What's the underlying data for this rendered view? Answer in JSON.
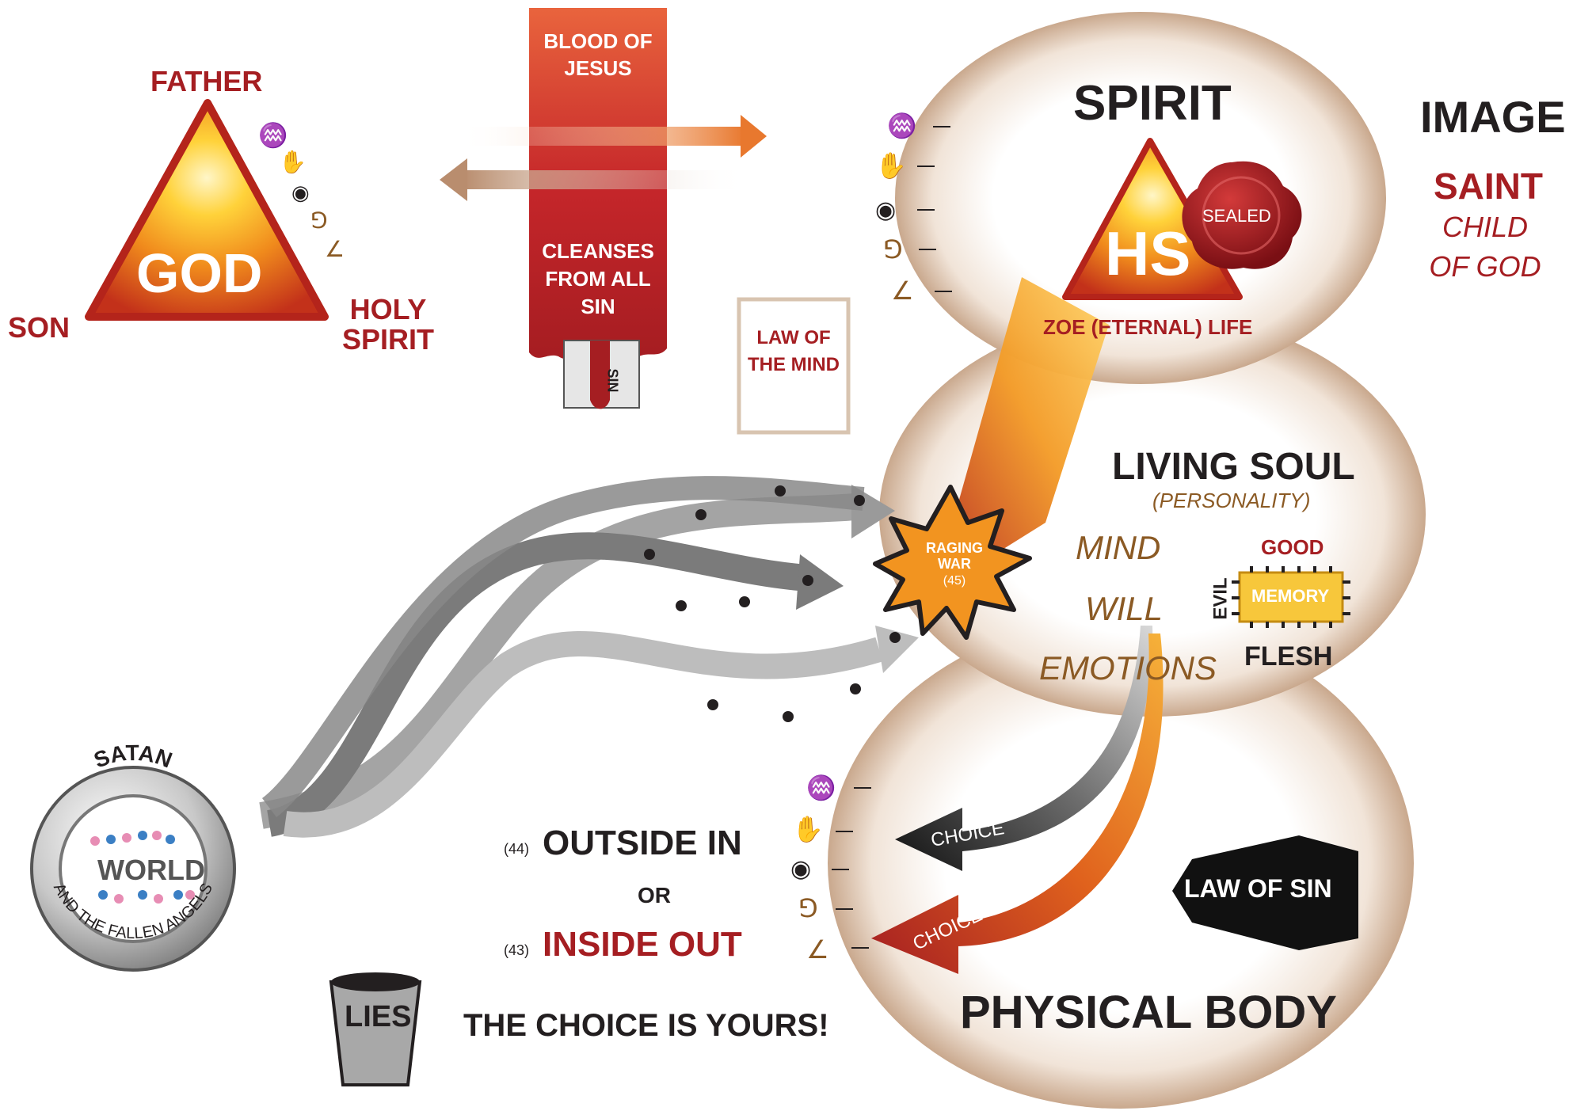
{
  "colors": {
    "red": "#a51e22",
    "dark": "#231f20",
    "brown": "#8b5a24",
    "gold": "#f5a623",
    "body_glow": "#e7d3c2"
  },
  "trinity": {
    "father": "FATHER",
    "son": "SON",
    "holy_spirit": "HOLY SPIRIT",
    "god": "GOD"
  },
  "blood": {
    "title": "BLOOD OF JESUS",
    "cleanses": "CLEANSES FROM ALL SIN",
    "sin_label": "SIN"
  },
  "law_of_mind": "LAW OF THE MIND",
  "spirit": {
    "title": "SPIRIT",
    "hs": "HS",
    "sealed": "SEALED",
    "zoe": "ZOE (ETERNAL) LIFE"
  },
  "image": {
    "title": "IMAGE",
    "saint": "SAINT",
    "child": "CHILD OF GOD"
  },
  "soul": {
    "title": "LIVING SOUL",
    "subtitle": "(PERSONALITY)",
    "mind": "MIND",
    "will": "WILL",
    "emotions": "EMOTIONS",
    "war": "RAGING WAR",
    "war_ref": "(45)"
  },
  "memory": {
    "good": "GOOD",
    "evil": "EVIL",
    "label": "MEMORY",
    "flesh": "FLESH"
  },
  "body": {
    "title": "PHYSICAL BODY",
    "law_of_sin": "LAW OF SIN"
  },
  "choice": {
    "label": "CHOICE",
    "outside_ref": "(44)",
    "outside": "OUTSIDE IN",
    "or": "OR",
    "inside_ref": "(43)",
    "inside": "INSIDE OUT",
    "yours": "THE CHOICE IS YOURS!"
  },
  "satan": {
    "satan": "SATAN",
    "world": "WORLD",
    "angels": "AND THE FALLEN ANGELS"
  },
  "lies": "LIES",
  "senses": [
    "tongue-icon",
    "hand-icon",
    "eye-icon",
    "ear-icon",
    "nose-icon"
  ]
}
